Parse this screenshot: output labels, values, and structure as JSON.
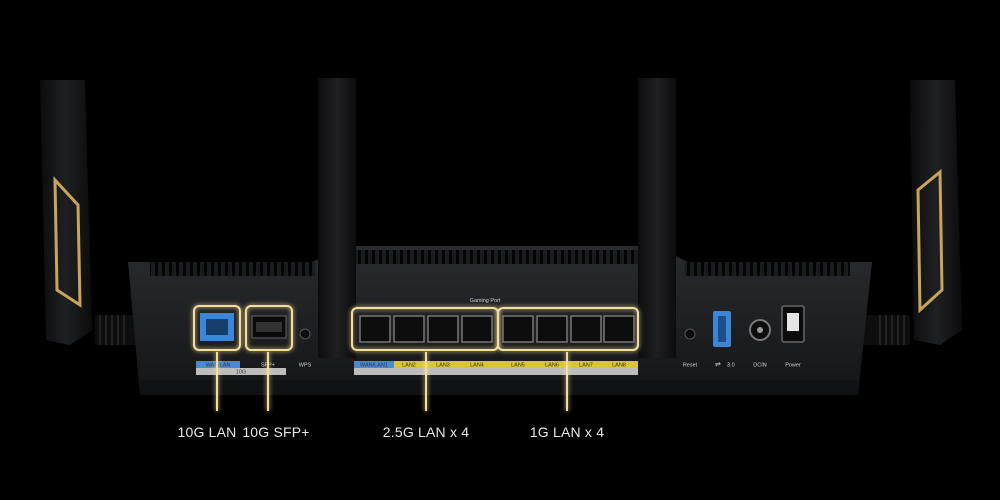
{
  "callouts": {
    "lan10g": "10G LAN",
    "sfp": "10G SFP+",
    "lan25g": "2.5G LAN x 4",
    "lan1g": "1G LAN x 4"
  },
  "port_labels": {
    "wan_lan": "WAN/LAN",
    "ten_g": "10G",
    "sfp": "SFP+",
    "wps": "WPS",
    "gaming_port": "Gaming Port",
    "wan_lan1": "WAN/LAN1",
    "lan2": "LAN2",
    "lan3": "LAN3",
    "lan4": "LAN4",
    "lan5": "LAN5",
    "lan6": "LAN6",
    "lan7": "LAN7",
    "lan8": "LAN8",
    "reset": "Reset",
    "usb": "3.0",
    "dcin": "DCIN",
    "power": "Power"
  },
  "colors": {
    "background": "#000000",
    "glow": "#f3df9a",
    "gold": "#c9a45a",
    "blue_port": "#3d86d6",
    "yellow_strip": "#d8c43a",
    "blue_strip": "#4a8ad0"
  }
}
